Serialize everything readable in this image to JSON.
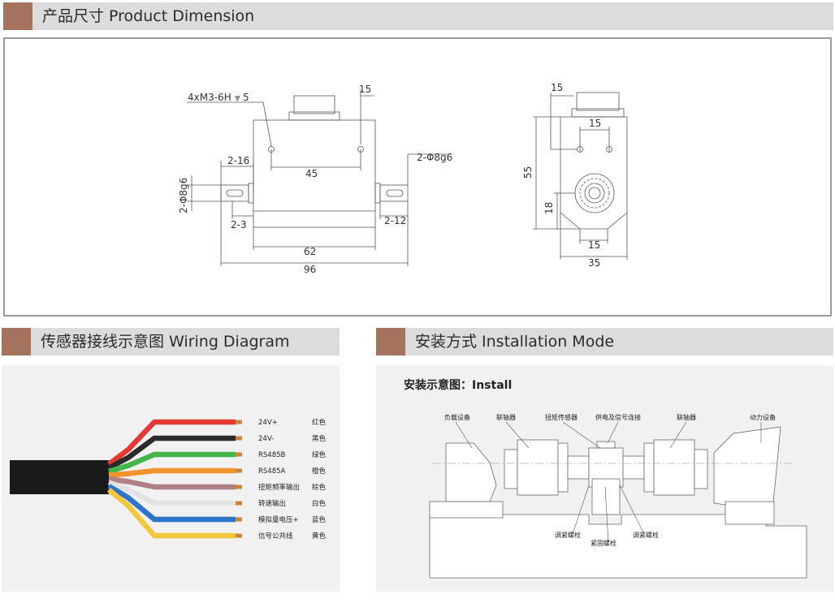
{
  "sections": {
    "dimension": "产品尺寸 Product Dimension",
    "wiring": "传感器接线示意图 Wiring Diagram",
    "install": "安装方式 Installation Mode"
  },
  "dimension": {
    "front": {
      "thread": "4xM3-6H",
      "thread_depth": "5",
      "top_15": "15",
      "shaft_left": "2-16",
      "shaft_right": "2-Φ8g6",
      "shaft_left_dia": "2-Φ8g6",
      "hole_spacing": "45",
      "step_left": "2-3",
      "step_right": "2-12",
      "body_width": "62",
      "total_length": "96"
    },
    "side": {
      "top_15": "15",
      "hole_15": "15",
      "height_55": "55",
      "height_18": "18",
      "bottom_15": "15",
      "width_35": "35"
    }
  },
  "wiring": {
    "wires": [
      {
        "label": "24V+",
        "color_name": "红色",
        "color": "#e53935"
      },
      {
        "label": "24V-",
        "color_name": "黑色",
        "color": "#2b2b2b"
      },
      {
        "label": "RS485B",
        "color_name": "绿色",
        "color": "#43b649"
      },
      {
        "label": "RS485A",
        "color_name": "橙色",
        "color": "#f0932b"
      },
      {
        "label": "扭矩频率输出",
        "color_name": "棕色",
        "color": "#b07f87"
      },
      {
        "label": "转速输出",
        "color_name": "白色",
        "color": "#e2e2e2"
      },
      {
        "label": "模拟量电压+",
        "color_name": "蓝色",
        "color": "#2e74c9"
      },
      {
        "label": "信号公共线",
        "color_name": "黄色",
        "color": "#f3c63e"
      }
    ]
  },
  "install": {
    "title": "安装示意图：Install",
    "labels": {
      "load": "负载设备",
      "coupling1": "联轴器",
      "sensor": "扭矩传感器",
      "power": "供电及信号连接",
      "coupling2": "联轴器",
      "motor": "动力设备",
      "bolt1": "调紧螺栓",
      "bolt2": "紧固螺栓",
      "bolt3": "调紧螺栓"
    }
  }
}
